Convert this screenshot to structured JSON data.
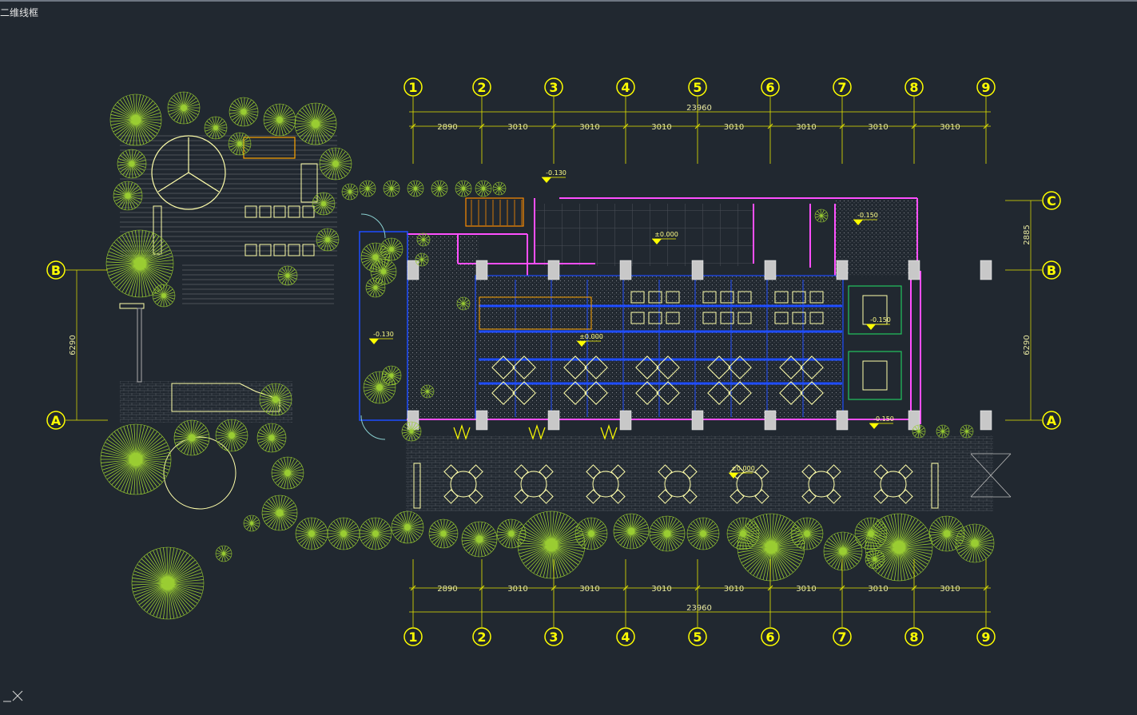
{
  "viewport": {
    "view_label": "二维线框"
  },
  "colors": {
    "background": "#212830",
    "axis_line": "#e6e600",
    "bubble": "#ffff00",
    "wall": "#ff4fff",
    "glass": "#1e4cff",
    "tree": "#9acd32",
    "furniture": "#ffffaa",
    "column": "#c8c8c8",
    "dim_text": "#e8e8a0"
  },
  "grid": {
    "top_axes": [
      "1",
      "2",
      "3",
      "4",
      "5",
      "6",
      "7",
      "8",
      "9"
    ],
    "bottom_axes": [
      "1",
      "2",
      "3",
      "4",
      "5",
      "6",
      "7",
      "8",
      "9"
    ],
    "left_axes": [
      "B",
      "A"
    ],
    "right_axes": [
      "C",
      "B",
      "A"
    ]
  },
  "dimensions": {
    "top_total": "23960",
    "top_spans": [
      "2890",
      "3010",
      "3010",
      "3010",
      "3010",
      "3010",
      "3010",
      "3010"
    ],
    "bottom_total": "23960",
    "bottom_spans": [
      "2890",
      "3010",
      "3010",
      "3010",
      "3010",
      "3010",
      "3010",
      "3010"
    ],
    "left_span": "6290",
    "right_spans": [
      "2885",
      "6290"
    ]
  },
  "levels": {
    "entrance": "-0.130",
    "west_door": "-0.130",
    "kitchen": "±0.000",
    "hall": "±0.000",
    "toilet": "-0.150",
    "private_room": "-0.150",
    "terrace": "±0.000",
    "vip": "-0.150"
  }
}
